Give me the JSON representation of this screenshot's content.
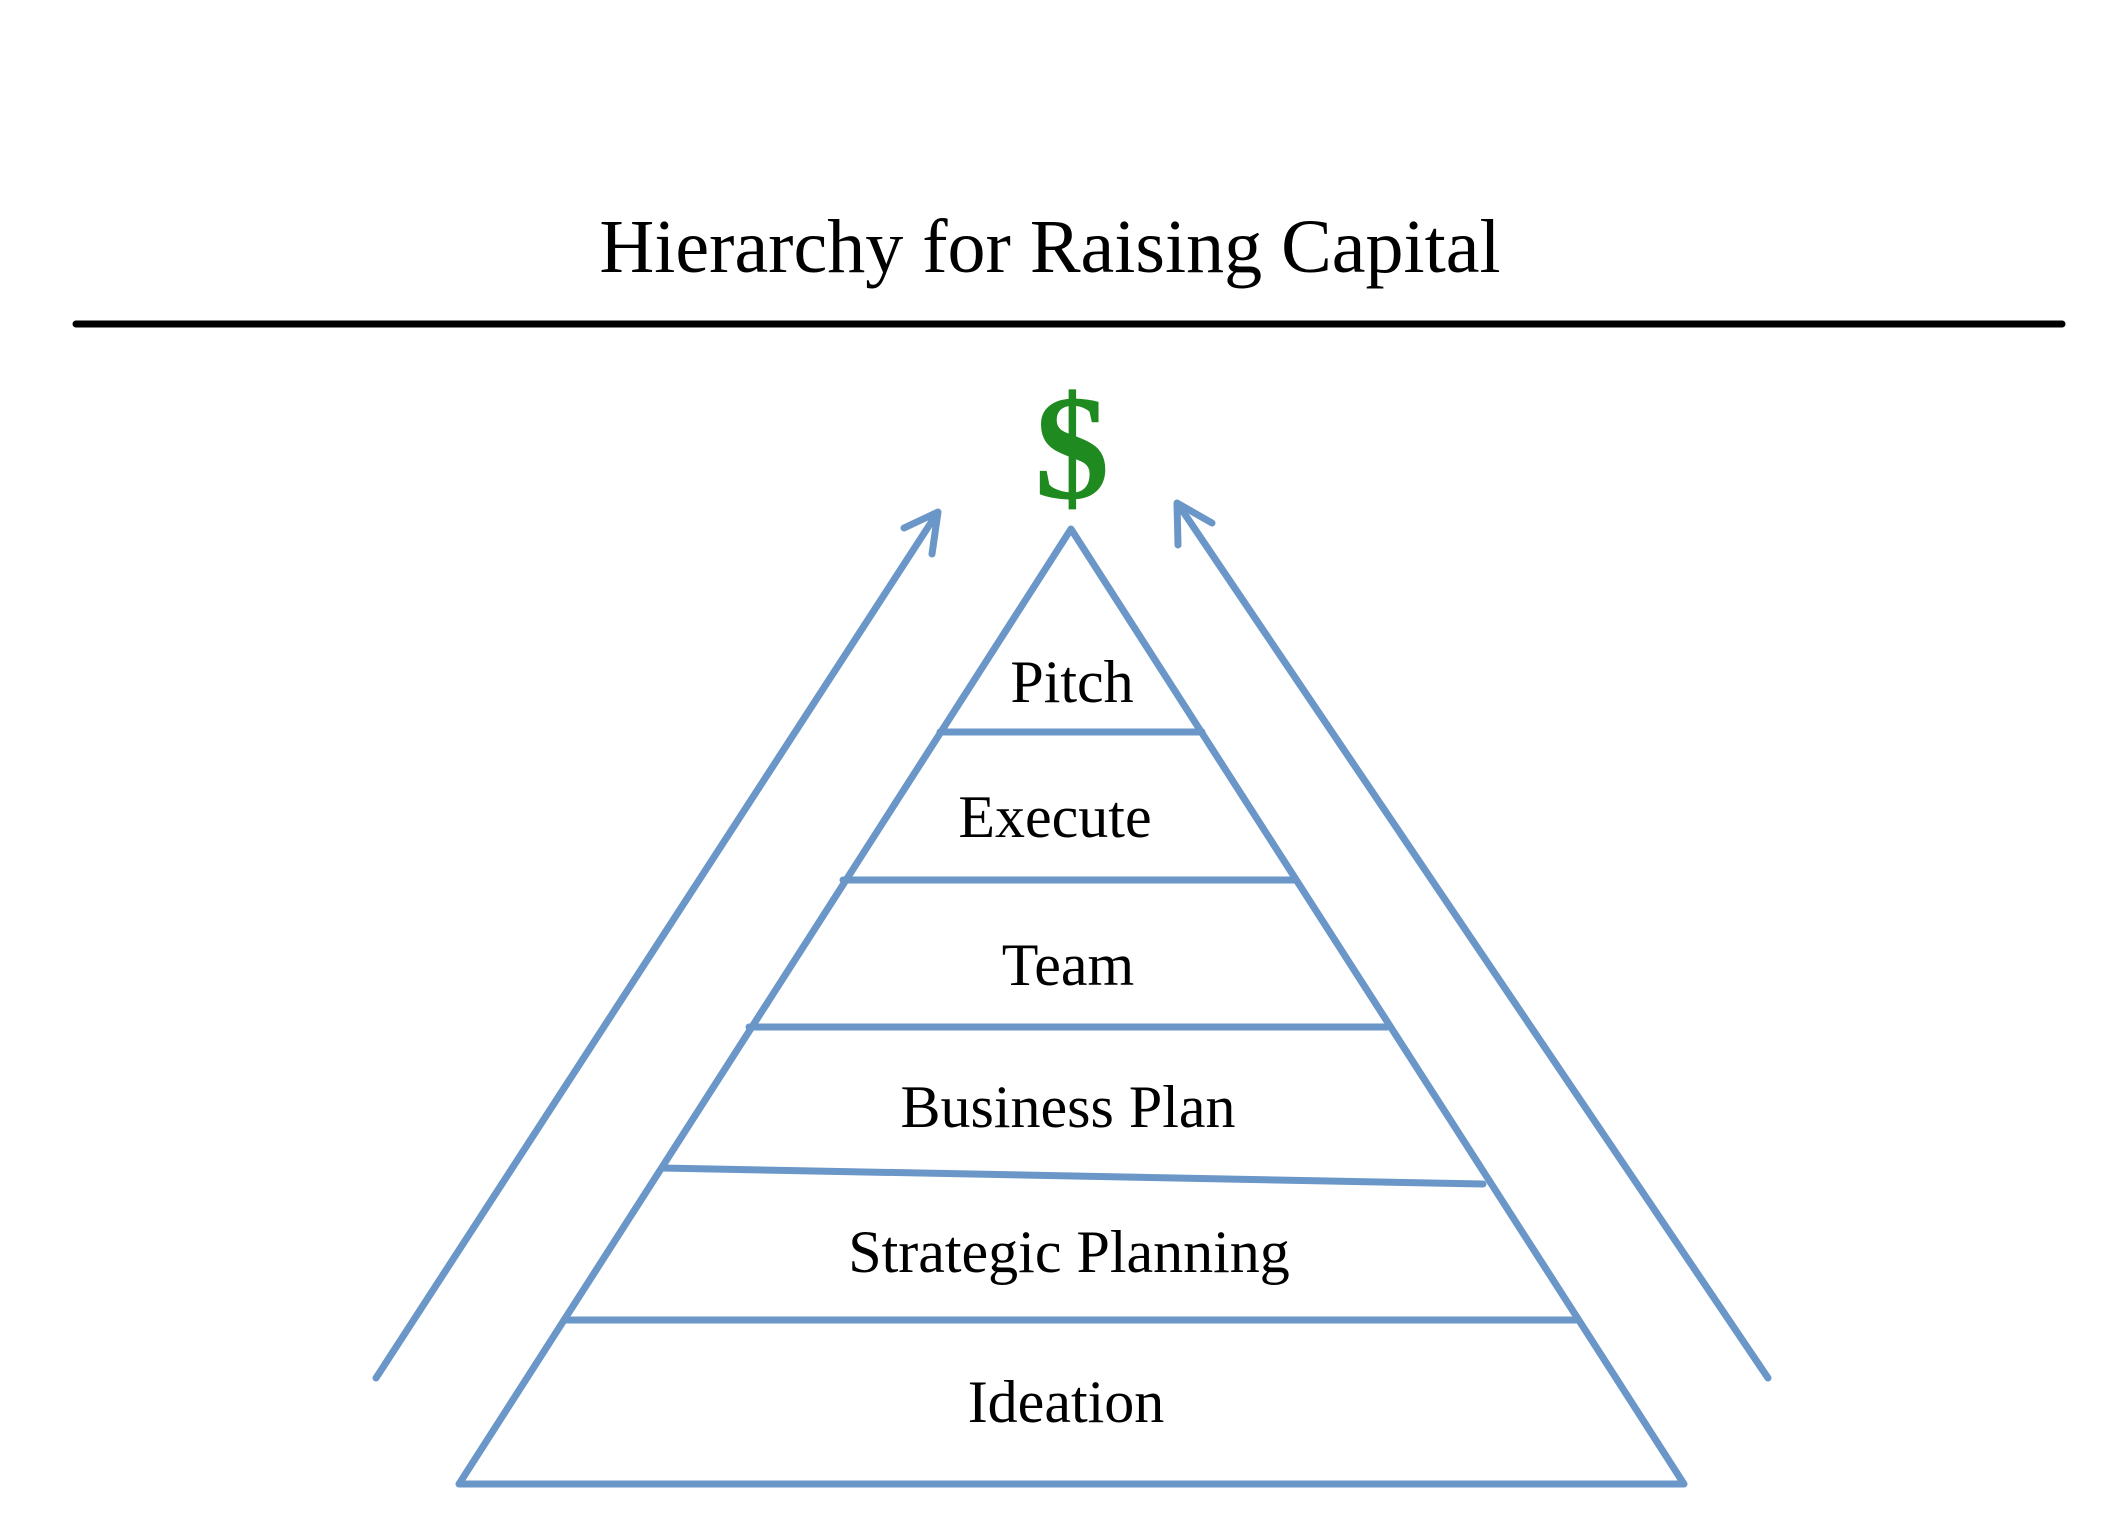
{
  "title": "Hierarchy for Raising Capital",
  "top_symbol": "$",
  "colors": {
    "pyramid_stroke": "#6a96c8",
    "arrow_stroke": "#6a96c8",
    "rule": "#000000",
    "dollar": "#1f8a1f",
    "text": "#000000",
    "background": "#ffffff"
  },
  "levels": [
    {
      "label": "Pitch"
    },
    {
      "label": "Execute"
    },
    {
      "label": "Team"
    },
    {
      "label": "Business Plan"
    },
    {
      "label": "Strategic Planning"
    },
    {
      "label": "Ideation"
    }
  ]
}
